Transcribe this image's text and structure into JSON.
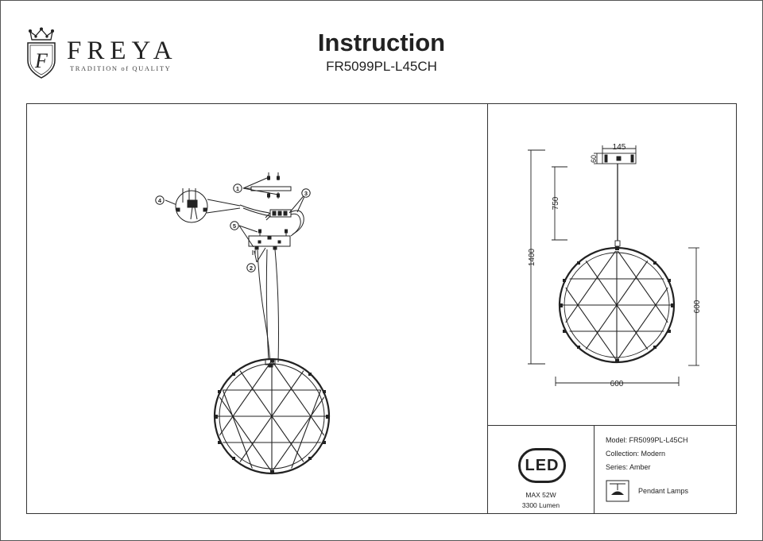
{
  "brand": {
    "name": "FREYA",
    "tagline": "TRADITION of QUALITY",
    "monogram": "F"
  },
  "document": {
    "title": "Instruction",
    "model_code": "FR5099PL-L45CH"
  },
  "assembly_callouts": [
    "1",
    "2",
    "3",
    "4",
    "5"
  ],
  "dimensions": {
    "canopy_width": "145",
    "canopy_height": "60",
    "drop_length": "750",
    "overall_height": "1400",
    "shade_height": "600",
    "shade_width": "600"
  },
  "light_source": {
    "badge": "LED",
    "max_power": "MAX 52W",
    "lumen": "3300 Lumen"
  },
  "specs": {
    "model": "Model: FR5099PL-L45CH",
    "collection": "Collection: Modern",
    "series": "Series: Amber",
    "lamp_type": "Pendant Lamps"
  },
  "icons": {
    "crown": "crown-icon",
    "lamp_type": "pendant-lamp-icon"
  }
}
